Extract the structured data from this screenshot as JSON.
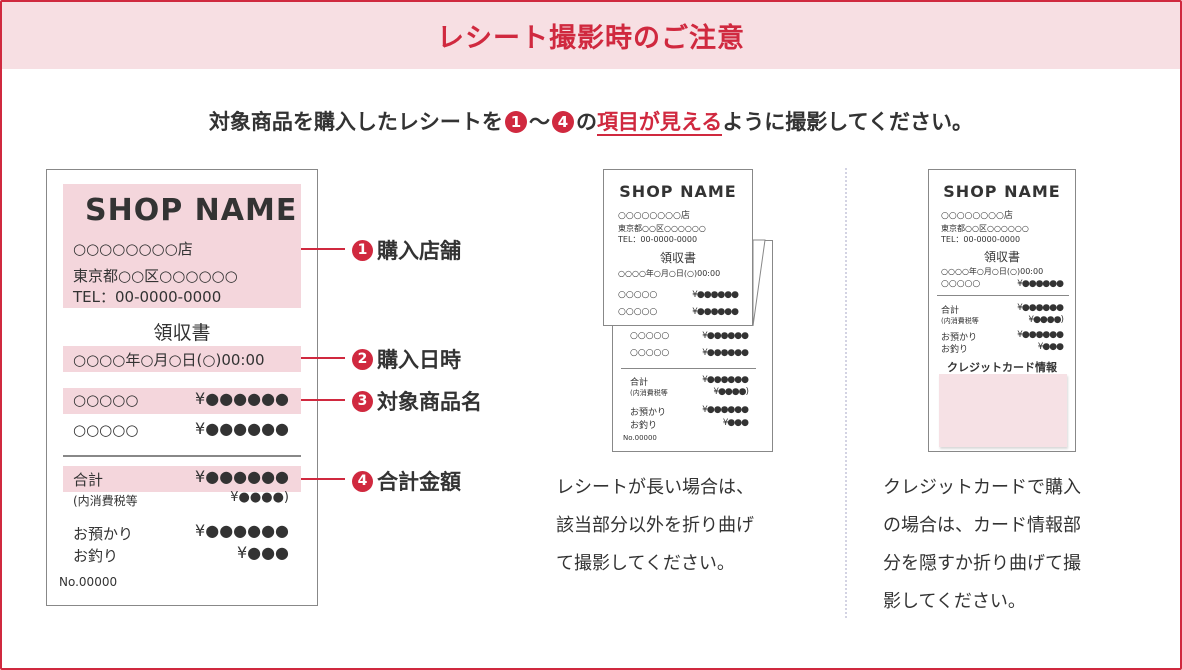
{
  "header": {
    "title": "レシート撮影時のご注意"
  },
  "lead": {
    "before": "対象商品を購入したレシートを",
    "num_start": "1",
    "tilde": "〜",
    "num_end": "4",
    "no": "の",
    "highlight": "項目が見える",
    "after": "ように撮影してください。"
  },
  "colors": {
    "accent": "#d0293f",
    "header_bg": "#f7dfe3",
    "highlight_bg": "#f4d6dc"
  },
  "receipt": {
    "shop_name": "SHOP NAME",
    "branch": "○○○○○○○○店",
    "address": "東京都○○区○○○○○○",
    "tel": "TEL：00-0000-0000",
    "title": "領収書",
    "datetime": "○○○○年○月○日(○)00:00",
    "items": [
      {
        "name": "○○○○○",
        "price": "¥●●●●●●"
      },
      {
        "name": "○○○○○",
        "price": "¥●●●●●●"
      }
    ],
    "total_label": "合計",
    "total_value": "¥●●●●●●",
    "tax_label": "(内消費税等",
    "tax_value": "¥●●●●)",
    "deposit_label": "お預かり",
    "deposit_value": "¥●●●●●●",
    "change_label": "お釣り",
    "change_value": "¥●●●",
    "number": "No.00000",
    "credit_label": "クレジットカード情報"
  },
  "callouts": [
    {
      "num": "1",
      "label": "購入店舗"
    },
    {
      "num": "2",
      "label": "購入日時"
    },
    {
      "num": "3",
      "label": "対象商品名"
    },
    {
      "num": "4",
      "label": "合計金額"
    }
  ],
  "notes": {
    "long_receipt": [
      "レシートが長い場合は、",
      "該当部分以外を折り曲げ",
      "て撮影してください。"
    ],
    "credit_card": [
      "クレジットカードで購入",
      "の場合は、カード情報部",
      "分を隠すか折り曲げて撮",
      "影してください。"
    ]
  }
}
